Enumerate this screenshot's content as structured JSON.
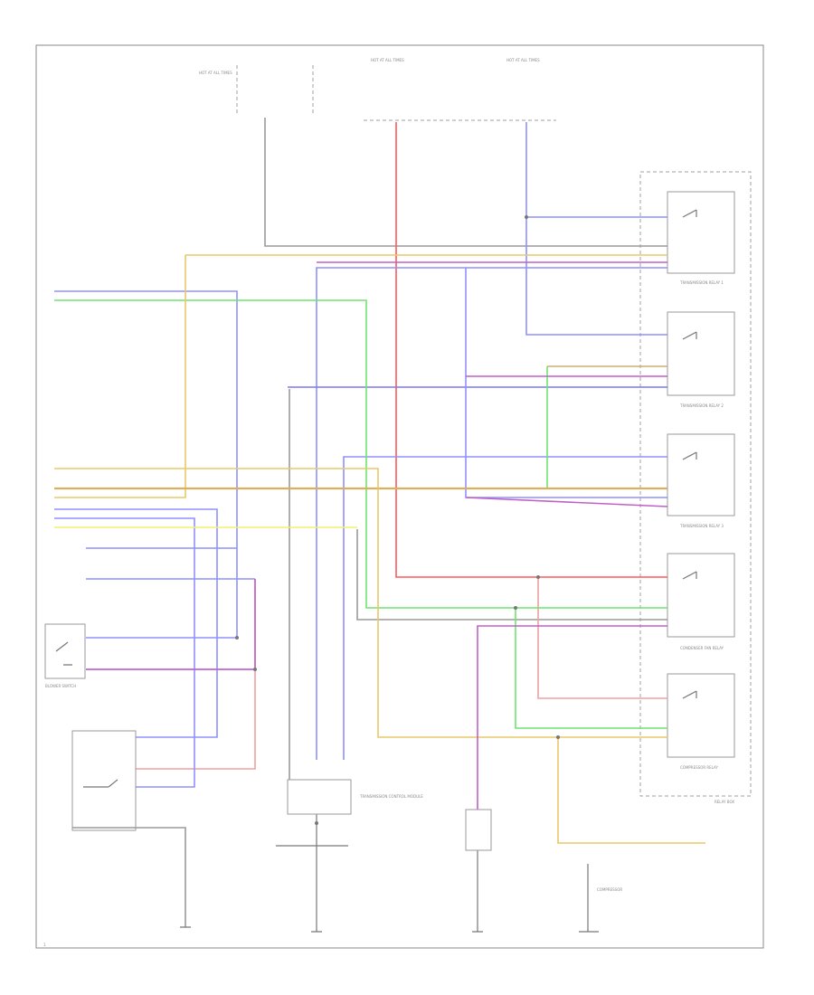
{
  "colors": {
    "red": "#ff5a5a",
    "blue": "#7a7af0",
    "light_blue": "#9090ff",
    "green": "#6ee46e",
    "yellow": "#e8c86a",
    "bright_yellow": "#f0f070",
    "violet": "#c060c8",
    "pink": "#f0a0a0",
    "tan": "#c8b070",
    "gray": "#9a9a9a"
  },
  "labels": {
    "fuse_top_left": "HOT AT ALL TIMES",
    "fuse_top_mid": "HOT AT ALL TIMES",
    "fuse_top_right": "HOT AT ALL TIMES",
    "relay_1": "TRANSMISSION RELAY 1",
    "relay_2": "TRANSMISSION RELAY 2",
    "relay_3": "TRANSMISSION RELAY 3",
    "relay_4": "CONDENSER FAN RELAY",
    "relay_5": "COMPRESSOR RELAY",
    "relay_box": "RELAY BOX",
    "control_module": "TRANSMISSION CONTROL MODULE",
    "switch_left": "BLOWER SWITCH",
    "compressor": "COMPRESSOR",
    "page_number": "1"
  }
}
